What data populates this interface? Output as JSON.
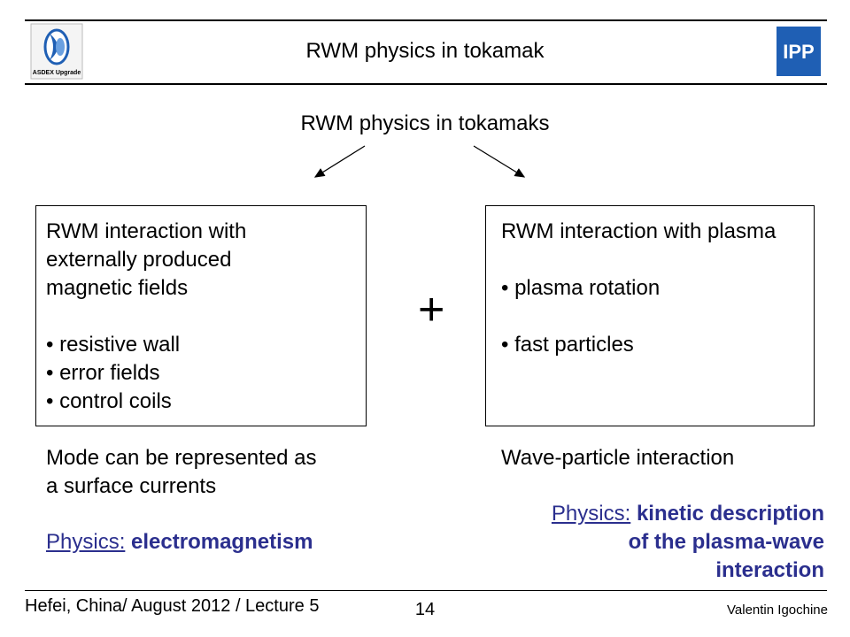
{
  "header": {
    "title": "RWM physics in tokamak",
    "left_logo_text": "ASDEX Upgrade",
    "right_logo_text": "IPP"
  },
  "slide": {
    "title": "RWM physics in tokamaks",
    "left_box": {
      "heading_lines": [
        "RWM interaction with",
        "externally produced",
        "magnetic fields"
      ],
      "bullets": [
        "resistive wall",
        "error fields",
        "control coils"
      ]
    },
    "right_box": {
      "heading": "RWM interaction with plasma",
      "bullets": [
        "plasma rotation",
        "fast particles"
      ]
    },
    "plus": "+",
    "left_note": {
      "lines": [
        "Mode can be represented as",
        "a surface currents"
      ],
      "physics_label": "Physics:",
      "physics_text": "electromagnetism"
    },
    "right_note": {
      "line": "Wave-particle interaction",
      "physics_label": "Physics:",
      "physics_text_line1": "kinetic description",
      "physics_text_line2": "of the plasma-wave",
      "physics_text_line3": "interaction"
    }
  },
  "footer": {
    "left": "Hefei, China/ August 2012 / Lecture 5",
    "page": "14",
    "right": "Valentin Igochine"
  },
  "colors": {
    "accent_blue": "#2b2f8e",
    "logo_blue": "#1f5fb4"
  }
}
